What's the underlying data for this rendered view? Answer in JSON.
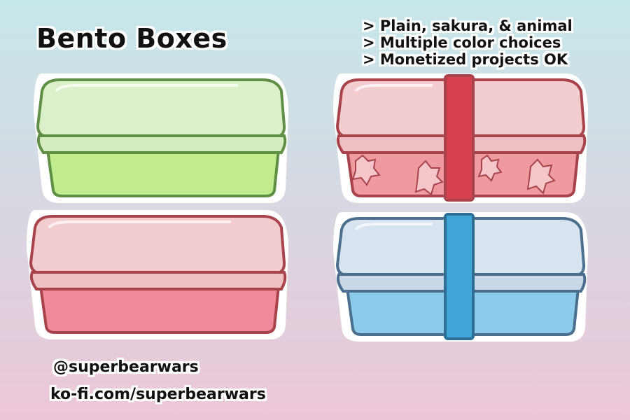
{
  "title": "Bento Boxes",
  "features": [
    "> Plain, sakura, & animal",
    "> Multiple color choices",
    "> Monetized projects OK"
  ],
  "credits": {
    "handle": "@superbearwars",
    "url": "ko-fi.com/superbearwars"
  },
  "boxes": [
    {
      "name": "green-plain",
      "lid": "#dbf0c8",
      "body": "#c0ec8e",
      "outline": "#5f8f45",
      "band": null,
      "pattern": "plain"
    },
    {
      "name": "pink-sakura",
      "lid": "#f3cccf",
      "body": "#ef9a9e",
      "outline": "#a8434c",
      "band": "#d5414f",
      "pattern": "sakura"
    },
    {
      "name": "pink-plain",
      "lid": "#f3cccf",
      "body": "#f08a98",
      "outline": "#a8434c",
      "band": null,
      "pattern": "plain"
    },
    {
      "name": "blue-banded",
      "lid": "#d7e3ef",
      "body": "#8ccbea",
      "outline": "#4b6f8e",
      "band": "#3fa4d6",
      "pattern": "plain"
    }
  ]
}
